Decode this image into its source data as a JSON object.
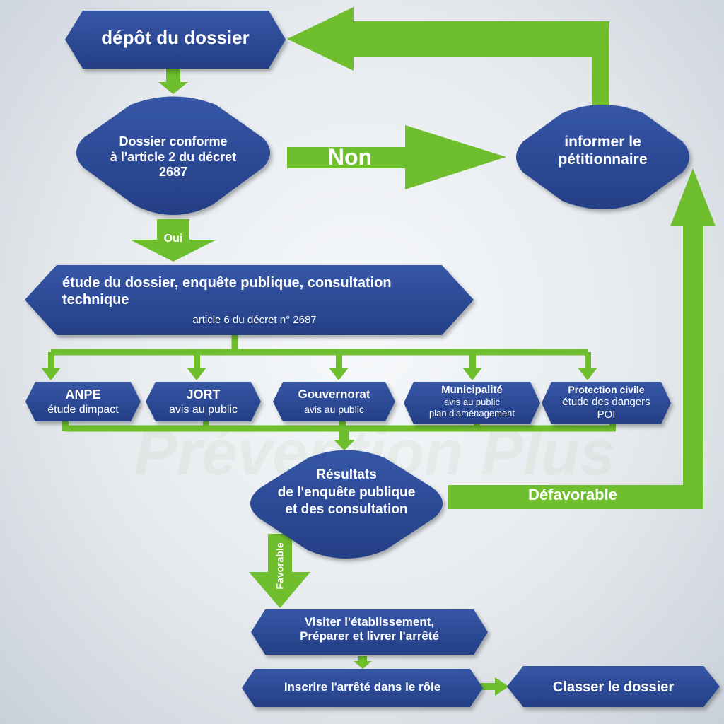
{
  "watermark": "Prévention Plus",
  "colors": {
    "node": "#2e4c96",
    "arrow": "#6fbe2d",
    "text": "#ffffff"
  },
  "nodes": {
    "depot": "dépôt du dossier",
    "conforme": [
      "Dossier conforme",
      "à l'article 2 du décret",
      "2687"
    ],
    "informer": [
      "informer le",
      "pétitionnaire"
    ],
    "etude": [
      "étude du dossier, enquête publique, consultation",
      "technique"
    ],
    "etude_sub": "article 6 du décret n° 2687",
    "resultats": [
      "Résultats",
      "de l'enquête publique",
      "et des consultation"
    ],
    "visiter": [
      "Visiter l'établissement,",
      "Préparer et livrer l'arrêté"
    ],
    "inscrire": "Inscrire l'arrêté dans le rôle",
    "classer": "Classer le dossier"
  },
  "organismes": [
    {
      "title": "ANPE",
      "sub": [
        "étude dimpact"
      ]
    },
    {
      "title": "JORT",
      "sub": [
        "avis au public"
      ]
    },
    {
      "title": "Gouvernorat",
      "sub": [
        "avis au public"
      ]
    },
    {
      "title": "Municipalité",
      "sub": [
        "avis au public",
        "plan d'aménagement"
      ]
    },
    {
      "title": "Protection civile",
      "sub": [
        "étude des dangers",
        "POI"
      ]
    }
  ],
  "labels": {
    "non": "Non",
    "oui": "Oui",
    "defavorable": "Défavorable",
    "favorable": "Favorable"
  }
}
